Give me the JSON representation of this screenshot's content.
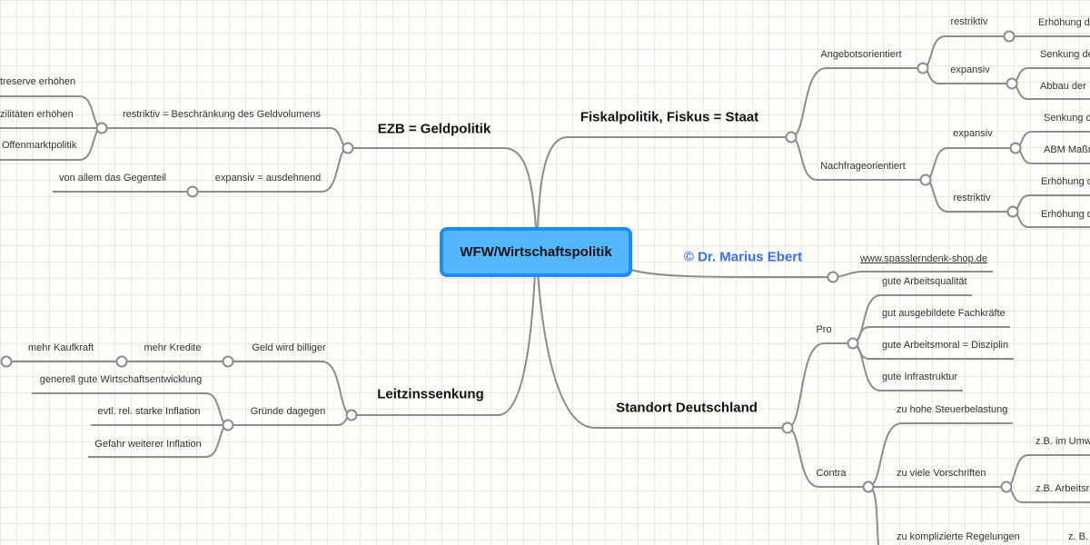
{
  "center": "WFW/Wirtschaftspolitik",
  "ezb": {
    "title": "EZB = Geldpolitik",
    "restriktiv": "restriktiv = Beschränkung des Geldvolumens",
    "r_items": [
      "treserve erhöhen",
      "zilitäten erhöhen",
      "Offenmarktpolitik"
    ],
    "expansiv": "expansiv = ausdehnend",
    "e_item": "von allem das Gegenteil"
  },
  "fiskal": {
    "title": "Fiskalpolitik, Fiskus = Staat",
    "angebot": "Angebotsorientiert",
    "a_restriktiv": "restriktiv",
    "a_r_items": [
      "Erhöhung d"
    ],
    "a_expansiv": "expansiv",
    "a_e_items": [
      "Senkung de",
      "Abbau der"
    ],
    "nachfrage": "Nachfrageorientiert",
    "n_expansiv": "expansiv",
    "n_e_items": [
      "Senkung d",
      "ABM Maßn"
    ],
    "n_restriktiv": "restriktiv",
    "n_r_items": [
      "Erhöhung d",
      "Erhöhung d"
    ]
  },
  "author": {
    "name": "© Dr. Marius Ebert",
    "link": "www.spasslerndenk-shop.de"
  },
  "standort": {
    "title": "Standort Deutschland",
    "pro": "Pro",
    "pro_items": [
      "gute Arbeitsqualität",
      "gut ausgebildete Fachkräfte",
      "gute Arbeitsmoral = Disziplin",
      "gute Infrastruktur"
    ],
    "contra": "Contra",
    "contra_items": [
      "zu hohe Steuerbelastung",
      "zu viele Vorschriften",
      "zu komplizierte Regelungen"
    ],
    "vorschriften_items": [
      "z.B. im Umw",
      "z.B. Arbeitsr"
    ],
    "regelungen_item": "z. B."
  },
  "leitzins": {
    "title": "Leitzinssenkung",
    "billiger": "Geld wird billiger",
    "kredite": "mehr Kredite",
    "kaufkraft": "mehr Kaufkraft",
    "dagegen": "Gründe dagegen",
    "dagegen_items": [
      "generell gute Wirtschaftsentwicklung",
      "evtl. rel. starke Inflation",
      "Gefahr weiterer Inflation"
    ]
  }
}
